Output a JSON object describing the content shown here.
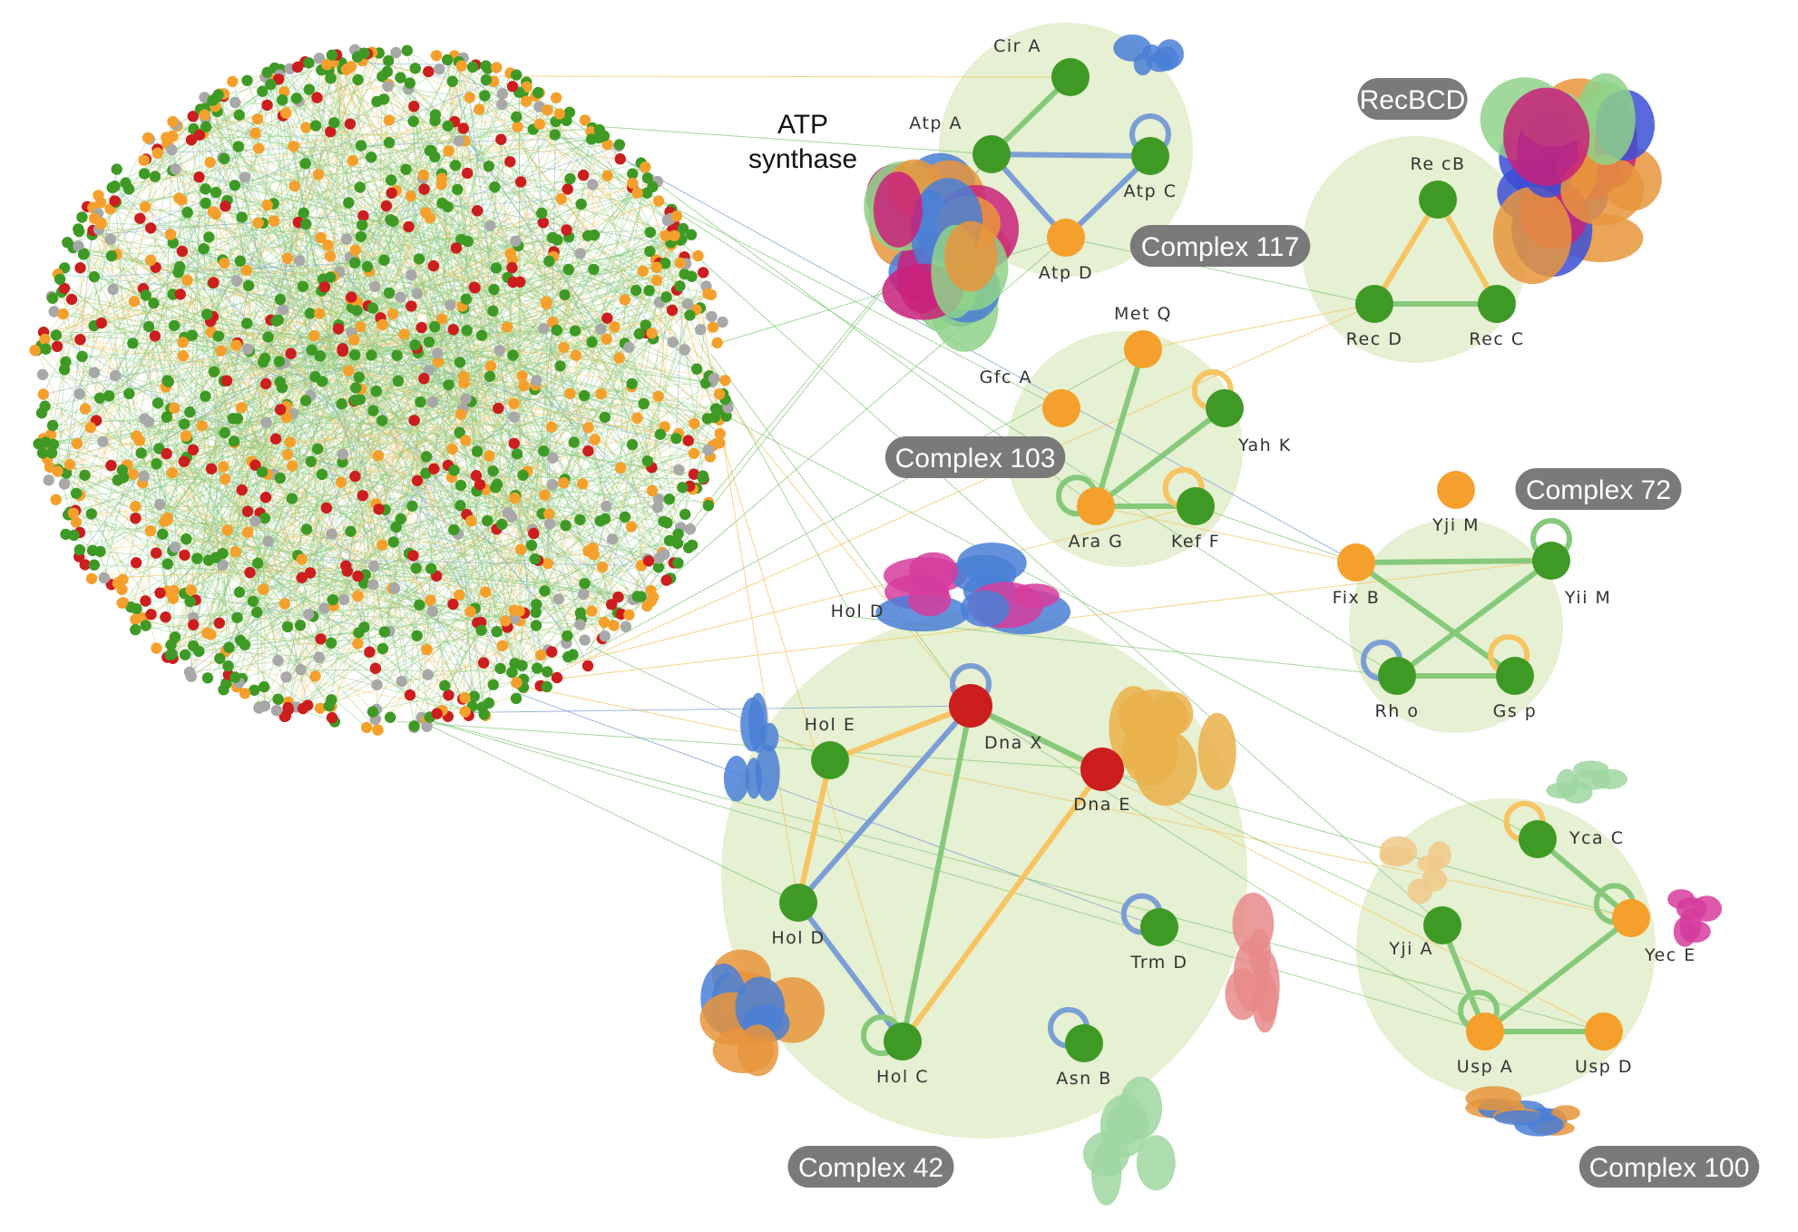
{
  "colors": {
    "green": "#3f9a25",
    "orange": "#f5a02c",
    "red": "#cc1e1e",
    "gray": "#a8a8a8",
    "edge_green": "#86c97b",
    "edge_orange": "#f6c462",
    "edge_blue": "#7b9fd4",
    "complex_bg": "#e6f0d2",
    "badge": "#7a7a7a"
  },
  "network": {
    "description_hidden": false
  },
  "complexes": [
    {
      "id": "c117",
      "badge": "Complex 117",
      "nodes": [
        {
          "id": "CirA",
          "label": "Cir A",
          "color": "green"
        },
        {
          "id": "AtpA",
          "label": "Atp A",
          "color": "green"
        },
        {
          "id": "AtpC",
          "label": "Atp C",
          "color": "green"
        },
        {
          "id": "AtpD",
          "label": "Atp D",
          "color": "orange"
        }
      ],
      "edges": [
        {
          "a": "CirA",
          "b": "AtpA",
          "color": "green"
        },
        {
          "a": "AtpA",
          "b": "AtpC",
          "color": "blue"
        },
        {
          "a": "AtpA",
          "b": "AtpD",
          "color": "blue"
        },
        {
          "a": "AtpD",
          "b": "AtpC",
          "color": "blue"
        },
        {
          "a": "AtpC",
          "b": "AtpC",
          "color": "blue",
          "self": true
        }
      ],
      "annotation": "ATP synthase"
    },
    {
      "id": "recbcd",
      "badge": "RecBCD",
      "nodes": [
        {
          "id": "RecB",
          "label": "Re cB",
          "color": "green"
        },
        {
          "id": "RecD",
          "label": "Rec D",
          "color": "green"
        },
        {
          "id": "RecC",
          "label": "Rec C",
          "color": "green"
        }
      ],
      "edges": [
        {
          "a": "RecB",
          "b": "RecD",
          "color": "orange"
        },
        {
          "a": "RecB",
          "b": "RecC",
          "color": "orange"
        },
        {
          "a": "RecD",
          "b": "RecC",
          "color": "green"
        }
      ]
    },
    {
      "id": "c103",
      "badge": "Complex 103",
      "nodes": [
        {
          "id": "MetQ",
          "label": "Met Q",
          "color": "orange"
        },
        {
          "id": "GfcA",
          "label": "Gfc A",
          "color": "orange"
        },
        {
          "id": "YahK",
          "label": "Yah K",
          "color": "green"
        },
        {
          "id": "AraG",
          "label": "Ara G",
          "color": "orange"
        },
        {
          "id": "KefF",
          "label": "Kef F",
          "color": "green"
        }
      ],
      "edges": [
        {
          "a": "MetQ",
          "b": "AraG",
          "color": "green"
        },
        {
          "a": "AraG",
          "b": "YahK",
          "color": "green"
        },
        {
          "a": "AraG",
          "b": "KefF",
          "color": "green"
        },
        {
          "a": "YahK",
          "b": "YahK",
          "color": "orange",
          "self": true
        },
        {
          "a": "AraG",
          "b": "AraG",
          "color": "green",
          "self": true
        },
        {
          "a": "KefF",
          "b": "KefF",
          "color": "orange",
          "self": true
        }
      ]
    },
    {
      "id": "c72",
      "badge": "Complex 72",
      "nodes": [
        {
          "id": "YjiM",
          "label": "Yji M",
          "color": "orange"
        },
        {
          "id": "FixB",
          "label": "Fix B",
          "color": "orange"
        },
        {
          "id": "YiiM",
          "label": "Yii M",
          "color": "green"
        },
        {
          "id": "Rho",
          "label": "Rh o",
          "color": "green"
        },
        {
          "id": "Gsp",
          "label": "Gs p",
          "color": "green"
        }
      ],
      "edges": [
        {
          "a": "FixB",
          "b": "YiiM",
          "color": "green"
        },
        {
          "a": "FixB",
          "b": "Gsp",
          "color": "green"
        },
        {
          "a": "YiiM",
          "b": "Rho",
          "color": "green"
        },
        {
          "a": "Rho",
          "b": "Gsp",
          "color": "green"
        },
        {
          "a": "YiiM",
          "b": "YiiM",
          "color": "green",
          "self": true
        },
        {
          "a": "Rho",
          "b": "Rho",
          "color": "blue",
          "self": true
        },
        {
          "a": "Gsp",
          "b": "Gsp",
          "color": "orange",
          "self": true
        }
      ]
    },
    {
      "id": "c42",
      "badge": "Complex 42",
      "nodes": [
        {
          "id": "HolD_top",
          "label": "Hol D",
          "color": "none"
        },
        {
          "id": "DnaX",
          "label": "Dna X",
          "color": "red"
        },
        {
          "id": "HolE",
          "label": "Hol E",
          "color": "green"
        },
        {
          "id": "DnaE",
          "label": "Dna E",
          "color": "red"
        },
        {
          "id": "HolD",
          "label": "Hol D",
          "color": "green"
        },
        {
          "id": "TrmD",
          "label": "Trm D",
          "color": "green"
        },
        {
          "id": "HolC",
          "label": "Hol C",
          "color": "green"
        },
        {
          "id": "AsnB",
          "label": "Asn B",
          "color": "green"
        }
      ],
      "edges": [
        {
          "a": "DnaX",
          "b": "HolE",
          "color": "orange"
        },
        {
          "a": "DnaX",
          "b": "DnaE",
          "color": "green"
        },
        {
          "a": "DnaX",
          "b": "HolD",
          "color": "blue"
        },
        {
          "a": "DnaX",
          "b": "HolC",
          "color": "green"
        },
        {
          "a": "HolE",
          "b": "HolD",
          "color": "orange"
        },
        {
          "a": "HolD",
          "b": "HolC",
          "color": "blue"
        },
        {
          "a": "DnaE",
          "b": "HolC",
          "color": "orange"
        },
        {
          "a": "DnaX",
          "b": "DnaX",
          "color": "blue",
          "self": true
        },
        {
          "a": "HolC",
          "b": "HolC",
          "color": "green",
          "self": true
        },
        {
          "a": "TrmD",
          "b": "TrmD",
          "color": "blue",
          "self": true
        },
        {
          "a": "AsnB",
          "b": "AsnB",
          "color": "blue",
          "self": true
        }
      ]
    },
    {
      "id": "c100",
      "badge": "Complex 100",
      "nodes": [
        {
          "id": "YcaC",
          "label": "Yca C",
          "color": "green"
        },
        {
          "id": "YjiA",
          "label": "Yji A",
          "color": "green"
        },
        {
          "id": "YecE",
          "label": "Yec E",
          "color": "orange"
        },
        {
          "id": "UspA",
          "label": "Usp A",
          "color": "orange"
        },
        {
          "id": "UspD",
          "label": "Usp D",
          "color": "orange"
        }
      ],
      "edges": [
        {
          "a": "YcaC",
          "b": "YecE",
          "color": "green"
        },
        {
          "a": "YjiA",
          "b": "UspA",
          "color": "green"
        },
        {
          "a": "UspA",
          "b": "YecE",
          "color": "green"
        },
        {
          "a": "UspA",
          "b": "UspD",
          "color": "green"
        },
        {
          "a": "YcaC",
          "b": "YcaC",
          "color": "orange",
          "self": true
        },
        {
          "a": "YecE",
          "b": "YecE",
          "color": "green",
          "self": true
        },
        {
          "a": "UspA",
          "b": "UspA",
          "color": "green",
          "self": true
        }
      ]
    }
  ],
  "structures": [
    {
      "name": "atp-synthase-structure",
      "colors": [
        "#4a7fd6",
        "#8fd28a",
        "#c9217a",
        "#e8953c"
      ]
    },
    {
      "name": "cira-structure",
      "colors": [
        "#4a7fd6"
      ]
    },
    {
      "name": "recbcd-structure",
      "colors": [
        "#e8953c",
        "#3b4fd6",
        "#8fd28a",
        "#c9217a"
      ]
    },
    {
      "name": "hold-top-structure",
      "colors": [
        "#d63c9c",
        "#4a7fd6"
      ]
    },
    {
      "name": "hole-structure",
      "colors": [
        "#4a7fd6"
      ]
    },
    {
      "name": "dnae-structure",
      "colors": [
        "#eab04a"
      ]
    },
    {
      "name": "trmd-structure",
      "colors": [
        "#e88a8a"
      ]
    },
    {
      "name": "holc-structure",
      "colors": [
        "#4a7fd6",
        "#e8953c"
      ]
    },
    {
      "name": "asnb-structure",
      "colors": [
        "#9fd6a0"
      ]
    },
    {
      "name": "ycac-structure",
      "colors": [
        "#9fd6a0"
      ]
    },
    {
      "name": "yjia-structure",
      "colors": [
        "#f0c98a"
      ]
    },
    {
      "name": "yece-structure",
      "colors": [
        "#d63c9c"
      ]
    },
    {
      "name": "uspa-structure",
      "colors": [
        "#4a7fd6",
        "#e8953c"
      ]
    }
  ]
}
